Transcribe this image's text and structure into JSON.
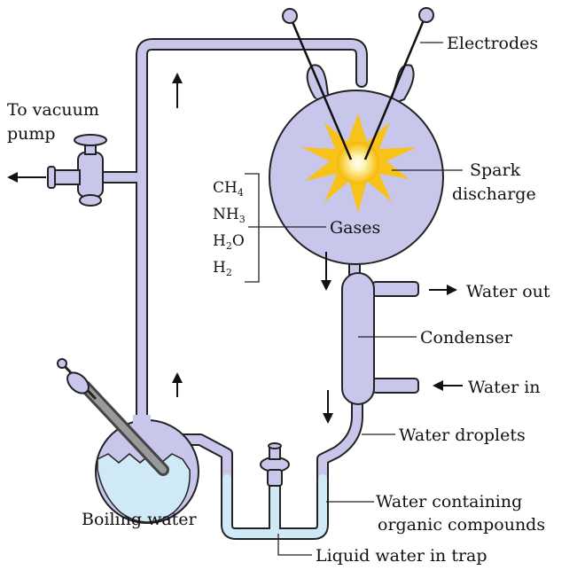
{
  "labels": {
    "electrodes": "Electrodes",
    "to_vacuum_pump_1": "To vacuum",
    "to_vacuum_pump_2": "pump",
    "spark_1": "Spark",
    "spark_2": "discharge",
    "gases": "Gases",
    "water_out": "Water out",
    "condenser": "Condenser",
    "water_in": "Water in",
    "water_droplets": "Water droplets",
    "water_containing_1": "Water containing",
    "water_containing_2": "organic compounds",
    "boiling_water": "Boiling water",
    "liquid_water_trap": "Liquid water in trap"
  },
  "gases": [
    {
      "base": "CH",
      "sub": "4"
    },
    {
      "base": "NH",
      "sub": "3"
    },
    {
      "base": "H",
      "sub": "2",
      "tail": "O"
    },
    {
      "base": "H",
      "sub": "2"
    }
  ],
  "colors": {
    "glass": "#c9c6ec",
    "water": "#cfe9f6",
    "spark_outer": "#f7c21a",
    "spark_inner": "#fffbe6"
  }
}
